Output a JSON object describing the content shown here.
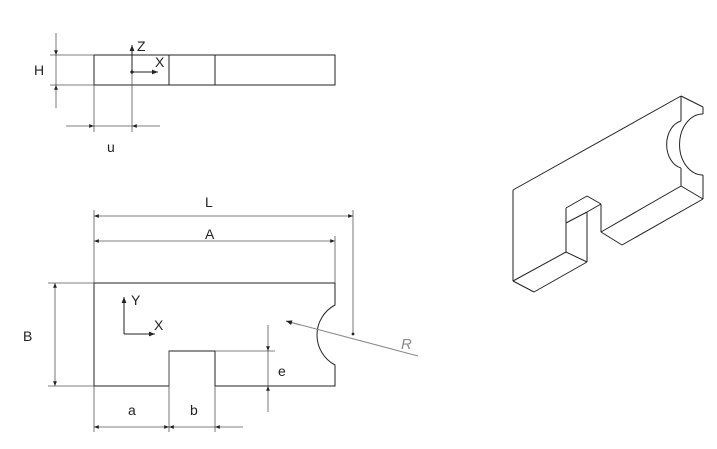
{
  "colors": {
    "line": "#222222",
    "dim": "#555555",
    "radius_leader": "#8a8a8a",
    "background": "#ffffff"
  },
  "top_view": {
    "dim_height": "H",
    "dim_offset": "u",
    "axis_vertical": "Z",
    "axis_horizontal": "X"
  },
  "front_view": {
    "dim_length_total": "L",
    "dim_length_to_arc": "A",
    "dim_height": "B",
    "dim_slot_offset": "a",
    "dim_slot_width": "b",
    "dim_slot_depth": "e",
    "dim_radius": "R",
    "axis_vertical": "Y",
    "axis_horizontal": "X"
  },
  "iso_view": {}
}
